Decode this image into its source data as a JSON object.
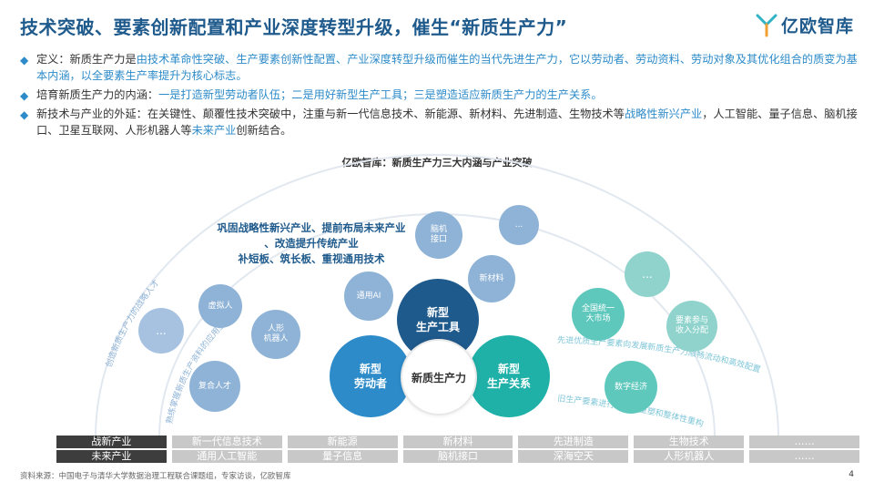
{
  "title": "技术突破、要素创新配置和产业深度转型升级，催生“新质生产力”",
  "logo": {
    "text": "亿欧智库",
    "icon": "yiou-logo-icon",
    "accent": "#2fb3c5"
  },
  "bullets": [
    {
      "p1": "定义：新质生产力是",
      "hl1": "由技术革命性突破、生产要素创新性配置、产业深度转型升级而催生的当代先进生产力，它以劳动者、劳动资料、劳动对象及其优化组合的质变为基本内涵，以全要素生产率提升为核心标志。"
    },
    {
      "p1": "培育新质生产力的内涵：",
      "hl1": "一是打造新型劳动者队伍；二是用好新型生产工具；三是塑造适应新质生产力的生产关系。"
    },
    {
      "p1": "新技术与产业的外延：在关键性、颠覆性技术突破中，注重与新一代信息技术、新能源、新材料、先进制造、生物技术等",
      "hl1": "战略性新兴产业",
      "p2": "，人工智能、量子信息、脑机接口、卫星互联网、人形机器人等",
      "hl2": "未来产业",
      "p3": "创新结合。"
    }
  ],
  "diagram": {
    "title": "亿欧智库：新质生产力三大内涵与产业突破",
    "center": "新质生产力",
    "core": {
      "tool": "新型\n生产工具",
      "labor": "新型\n劳动者",
      "relation": "新型\n生产关系"
    },
    "top_text": {
      "line1": "巩固战略性新兴产业、提前布局未来产业",
      "line2": "、改造提升传统产业",
      "line3": "补短板、筑长板、重视通用技术"
    },
    "top_nodes": [
      "通用AI",
      "脑机\n接口",
      "新材料",
      "..."
    ],
    "left_nodes": [
      "...",
      "虚拟人",
      "人形\n机器人",
      "复合人才"
    ],
    "right_nodes": [
      "...",
      "全国统一\n大市场",
      "要素参与\n收入分配",
      "数字经济"
    ],
    "arc_labels": {
      "left_outer": "创造新质生产力的战略人才",
      "left_inner": "熟练掌握新质生产资料的应用型人才",
      "right_outer": "先进优质生产要素向发展新质生产力顺畅流动和高效配置",
      "right_inner": "旧生产要素进行系统性重塑和整体性重构"
    },
    "colors": {
      "dark_blue": "#1f5a8c",
      "mid_blue": "#2d8bc9",
      "teal": "#1fb0a8",
      "light_blue": "#8fb3d6",
      "light_teal": "#7fd0c8"
    }
  },
  "table": {
    "row1": [
      "战新产业",
      "新一代信息技术",
      "新能源",
      "新材料",
      "先进制造",
      "生物技术",
      "……"
    ],
    "row2": [
      "未来产业",
      "通用人工智能",
      "量子信息",
      "脑机接口",
      "深海空天",
      "人形机器人",
      "……"
    ]
  },
  "source": "资料来源：中国电子与清华大学数据治理工程联合课题组，专家访谈，亿欧智库",
  "page_number": "4"
}
